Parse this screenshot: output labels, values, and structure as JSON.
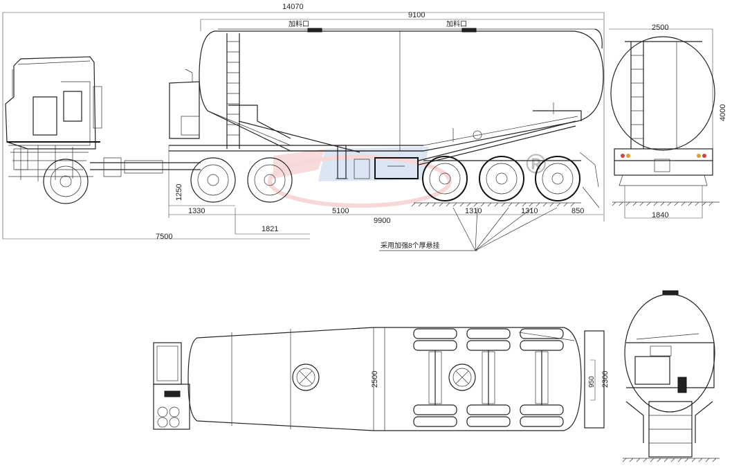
{
  "dimensions": {
    "overall_length": "14070",
    "tank_length": "9100",
    "trailer_length": "9900",
    "tractor_length": "7500",
    "tractor_wheelbase": "1330",
    "tractor_tandem": "1821",
    "king_to_axle": "5100",
    "axle_spacing_1": "1310",
    "axle_spacing_2": "1310",
    "rear_overhang": "850",
    "frame_height": "1250",
    "end_width": "2500",
    "end_height": "4000",
    "end_track": "1840",
    "top_width": "2500",
    "top_rear_width": "2300",
    "top_rear_inner": "950"
  },
  "labels": {
    "inlet_1": "加料口",
    "inlet_2": "加料口",
    "suspension_note": "采用加强8个厚悬挂"
  },
  "colors": {
    "line": "#222222",
    "watermark_red": "#e8a0a0",
    "watermark_blue": "#9ab8e0"
  }
}
